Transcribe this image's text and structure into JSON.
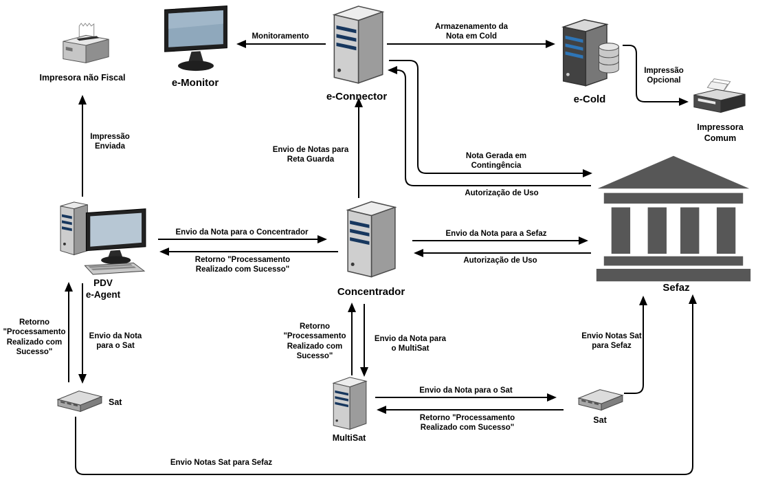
{
  "colors": {
    "background": "#ffffff",
    "line": "#000000",
    "stripe_blue": "#17375e",
    "server_front_gray": "#cfcfcf",
    "server_side_gray": "#9c9c9c",
    "bank_gray": "#575757",
    "screen_blue": "#8fa8bc"
  },
  "nodes": {
    "impresora_nao_fiscal": {
      "label": "Impresora não Fiscal",
      "icon": "receipt-printer-icon"
    },
    "e_monitor": {
      "label": "e-Monitor",
      "icon": "monitor-icon"
    },
    "e_connector": {
      "label": "e-Connector",
      "icon": "server-icon"
    },
    "e_cold": {
      "label": "e-Cold",
      "icon": "server-database-icon"
    },
    "impressora_comum": {
      "label": "Impressora Comum",
      "icon": "printer-icon"
    },
    "sefaz": {
      "label": "Sefaz",
      "icon": "bank-icon"
    },
    "pdv_e_agent": {
      "label": "PDV\ne-Agent",
      "icon": "desktop-computer-icon"
    },
    "concentrador": {
      "label": "Concentrador",
      "icon": "server-icon"
    },
    "multisat": {
      "label": "MultiSat",
      "icon": "server-icon"
    },
    "sat_left": {
      "label": "Sat",
      "icon": "router-icon"
    },
    "sat_right": {
      "label": "Sat",
      "icon": "router-icon"
    }
  },
  "edges": {
    "monitoramento": {
      "from": "e_connector",
      "to": "e_monitor",
      "label": "Monitoramento"
    },
    "armazenamento_cold": {
      "from": "e_connector",
      "to": "e_cold",
      "label": "Armazenamento da\nNota em Cold"
    },
    "impressao_opcional": {
      "from": "e_cold",
      "to": "impressora_comum",
      "label": "Impressão\nOpcional"
    },
    "impressao_enviada": {
      "from": "pdv_e_agent",
      "to": "impresora_nao_fiscal",
      "label": "Impressão\nEnviada"
    },
    "reta_guarda": {
      "from": "concentrador",
      "to": "e_connector",
      "label": "Envio de Notas para\nReta Guarda"
    },
    "nota_contingencia": {
      "from": "e_connector",
      "to": "sefaz",
      "label": "Nota Gerada em\nContingência"
    },
    "autorizacao_uso_connector": {
      "from": "sefaz",
      "to": "e_connector",
      "label": "Autorização de Uso"
    },
    "envio_nota_concentrador": {
      "from": "pdv_e_agent",
      "to": "concentrador",
      "label": "Envio da Nota para o Concentrador"
    },
    "retorno_pdv": {
      "from": "concentrador",
      "to": "pdv_e_agent",
      "label": "Retorno \"Processamento\nRealizado com Sucesso\""
    },
    "envio_nota_sefaz": {
      "from": "concentrador",
      "to": "sefaz",
      "label": "Envio da Nota para a Sefaz"
    },
    "autorizacao_uso_concentrador": {
      "from": "sefaz",
      "to": "concentrador",
      "label": "Autorização de Uso"
    },
    "retorno_concentrador_multisat": {
      "from": "multisat",
      "to": "concentrador",
      "label": "Retorno\n\"Processamento\nRealizado com\nSucesso\""
    },
    "envio_nota_multisat": {
      "from": "concentrador",
      "to": "multisat",
      "label": "Envio da Nota para\no MultiSat"
    },
    "retorno_pdv_sat": {
      "from": "sat_left",
      "to": "pdv_e_agent",
      "label": "Retorno\n\"Processamento\nRealizado com\nSucesso\""
    },
    "envio_nota_sat_left": {
      "from": "pdv_e_agent",
      "to": "sat_left",
      "label": "Envio da Nota\npara o Sat"
    },
    "envio_nota_sat_right": {
      "from": "multisat",
      "to": "sat_right",
      "label": "Envio da Nota para o Sat"
    },
    "retorno_multisat_sat": {
      "from": "sat_right",
      "to": "multisat",
      "label": "Retorno \"Processamento\nRealizado com Sucesso\""
    },
    "envio_notas_sat_sefaz_right": {
      "from": "sat_right",
      "to": "sefaz",
      "label": "Envio Notas Sat\npara Sefaz"
    },
    "envio_notas_sat_sefaz_left": {
      "from": "sat_left",
      "to": "sefaz",
      "label": "Envio Notas Sat para Sefaz"
    }
  }
}
